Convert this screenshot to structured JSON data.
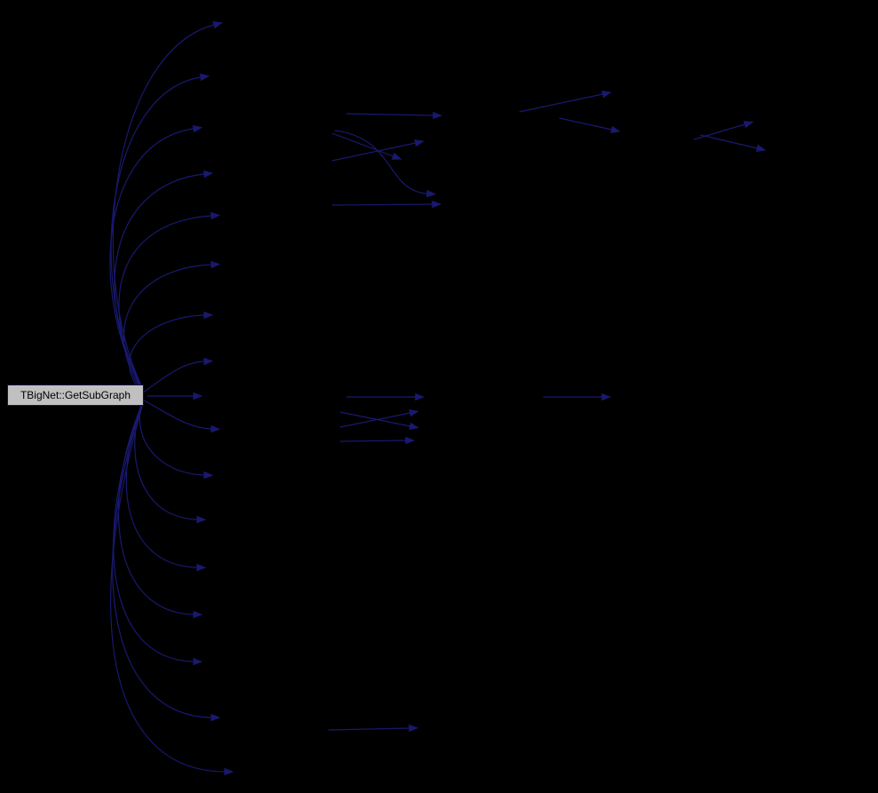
{
  "page": {
    "background": "#000000"
  },
  "root_node": {
    "label": "TBigNet::GetSubGraph",
    "fill": "#c0c0c0",
    "border": "#14144b",
    "text_color": "#000000"
  },
  "graph": {
    "edge_color": "#191970",
    "arrow_length": 9,
    "arrow_half_width": 3.5,
    "edges": [
      {
        "kind": "cubic",
        "points": [
          160,
          436,
          96,
          300,
          128,
          58,
          241,
          28
        ]
      },
      {
        "kind": "cubic",
        "points": [
          160,
          437,
          98,
          320,
          118,
          105,
          226,
          87
        ]
      },
      {
        "kind": "cubic",
        "points": [
          160,
          438,
          100,
          330,
          112,
          160,
          218,
          145
        ]
      },
      {
        "kind": "cubic",
        "points": [
          160,
          439,
          104,
          330,
          122,
          208,
          230,
          196
        ]
      },
      {
        "kind": "cubic",
        "points": [
          160,
          440,
          108,
          335,
          134,
          250,
          238,
          243
        ]
      },
      {
        "kind": "cubic",
        "points": [
          160,
          441,
          112,
          365,
          152,
          302,
          238,
          298
        ]
      },
      {
        "kind": "cubic",
        "points": [
          160,
          442,
          122,
          400,
          165,
          357,
          230,
          355
        ]
      },
      {
        "kind": "cubic",
        "points": [
          160,
          443,
          185,
          425,
          205,
          408,
          230,
          407
        ]
      },
      {
        "kind": "line",
        "points": [
          166,
          446,
          218,
          446
        ]
      },
      {
        "kind": "cubic",
        "points": [
          160,
          450,
          185,
          462,
          208,
          482,
          238,
          483
        ]
      },
      {
        "kind": "cubic",
        "points": [
          160,
          452,
          148,
          495,
          178,
          533,
          230,
          535
        ]
      },
      {
        "kind": "cubic",
        "points": [
          160,
          453,
          140,
          510,
          155,
          583,
          222,
          585
        ]
      },
      {
        "kind": "cubic",
        "points": [
          160,
          454,
          125,
          545,
          140,
          637,
          222,
          639
        ]
      },
      {
        "kind": "cubic",
        "points": [
          160,
          455,
          112,
          570,
          128,
          690,
          218,
          692
        ]
      },
      {
        "kind": "cubic",
        "points": [
          160,
          456,
          105,
          600,
          118,
          743,
          218,
          745
        ]
      },
      {
        "kind": "cubic",
        "points": [
          160,
          457,
          98,
          640,
          122,
          806,
          238,
          808
        ]
      },
      {
        "kind": "cubic",
        "points": [
          160,
          458,
          94,
          690,
          118,
          868,
          253,
          869
        ]
      },
      {
        "kind": "line",
        "points": [
          390,
          128,
          488,
          130
        ]
      },
      {
        "kind": "line",
        "points": [
          374,
          150,
          443,
          176
        ]
      },
      {
        "kind": "line",
        "points": [
          374,
          181,
          468,
          161
        ]
      },
      {
        "kind": "cubic",
        "points": [
          377,
          147,
          445,
          155,
          435,
          215,
          481,
          218
        ]
      },
      {
        "kind": "line",
        "points": [
          374,
          231,
          487,
          230
        ]
      },
      {
        "kind": "line",
        "points": [
          390,
          447,
          468,
          447
        ]
      },
      {
        "kind": "line",
        "points": [
          383,
          464,
          462,
          480
        ]
      },
      {
        "kind": "line",
        "points": [
          383,
          481,
          462,
          465
        ]
      },
      {
        "kind": "line",
        "points": [
          383,
          497,
          457,
          496
        ]
      },
      {
        "kind": "line",
        "points": [
          370,
          822,
          461,
          820
        ]
      },
      {
        "kind": "line",
        "points": [
          585,
          126,
          679,
          106
        ]
      },
      {
        "kind": "line",
        "points": [
          630,
          133,
          689,
          146
        ]
      },
      {
        "kind": "line",
        "points": [
          612,
          447,
          678,
          447
        ]
      },
      {
        "kind": "line",
        "points": [
          782,
          157,
          839,
          140
        ]
      },
      {
        "kind": "line",
        "points": [
          789,
          152,
          853,
          167
        ]
      }
    ]
  }
}
